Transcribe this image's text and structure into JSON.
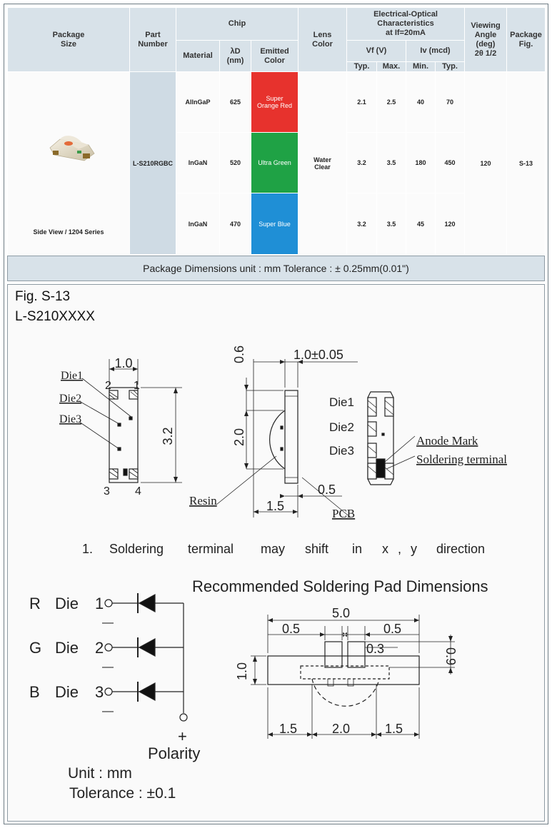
{
  "table": {
    "headers": {
      "package_size": [
        "Package",
        "Size"
      ],
      "part_number": [
        "Part",
        "Number"
      ],
      "chip": "Chip",
      "material": "Material",
      "wavelength": [
        "λD",
        "(nm)"
      ],
      "emitted_color": [
        "Emitted",
        "Color"
      ],
      "lens_color": [
        "Lens",
        "Color"
      ],
      "electrical_optical": [
        "Electrical-Optical",
        "Characteristics",
        "at If=20mA"
      ],
      "vf": "Vf (V)",
      "iv": "Iv (mcd)",
      "typ": "Typ.",
      "max": "Max.",
      "min": "Min.",
      "typ2": "Typ.",
      "viewing_angle": [
        "Viewing",
        "Angle",
        "(deg)",
        "2θ 1/2"
      ],
      "package_fig": [
        "Package",
        "Fig."
      ]
    },
    "package_caption": "Side View / 1204 Series",
    "part_number": "L-S210RGBC",
    "lens_color": [
      "Water",
      "Clear"
    ],
    "viewing_angle": "120",
    "package_fig": "S-13",
    "rows": [
      {
        "material": "AllnGaP",
        "wavelength": "625",
        "color": [
          "Super",
          "Orange Red"
        ],
        "vf_typ": "2.1",
        "vf_max": "2.5",
        "iv_min": "40",
        "iv_typ": "70",
        "swatch": "#e7322d"
      },
      {
        "material": "InGaN",
        "wavelength": "520",
        "color": [
          "Ultra Green"
        ],
        "vf_typ": "3.2",
        "vf_max": "3.5",
        "iv_min": "180",
        "iv_typ": "450",
        "swatch": "#1fa245"
      },
      {
        "material": "InGaN",
        "wavelength": "470",
        "color": [
          "Super Blue"
        ],
        "vf_typ": "3.2",
        "vf_max": "3.5",
        "iv_min": "45",
        "iv_typ": "120",
        "swatch": "#1f8fd6"
      }
    ]
  },
  "dimensions_band": "Package Dimensions   unit : mm  Tolerance : ± 0.25mm(0.01\")",
  "figure": {
    "fig_id": "Fig. S-13",
    "part_series": "L-S210XXXX",
    "front": {
      "width": "1.0",
      "height": "3.2",
      "pins": [
        "2",
        "1",
        "3",
        "4"
      ],
      "dies": [
        "Die1",
        "Die2",
        "Die3"
      ]
    },
    "side": {
      "top_dim": "1.0±0.05",
      "dim_06": "0.6",
      "dim_20": "2.0",
      "dim_15": "1.5",
      "dim_05": "0.5",
      "resin": "Resin",
      "pcb": "PCB"
    },
    "back": {
      "dies": [
        "Die1",
        "Die2",
        "Die3"
      ],
      "anode": "Anode Mark",
      "terminal": "Soldering terminal"
    },
    "note": [
      "1.",
      "Soldering",
      "terminal",
      "may",
      "shift",
      "in",
      "x",
      ",",
      "y",
      "direction"
    ],
    "pad_title": "Recommended Soldering Pad Dimensions",
    "circuit": {
      "rows": [
        {
          "label": [
            "R",
            "Die"
          ],
          "pin": "1"
        },
        {
          "label": [
            "G",
            "Die"
          ],
          "pin": "2"
        },
        {
          "label": [
            "B",
            "Die"
          ],
          "pin": "3"
        }
      ],
      "minus": "—",
      "plus": "+",
      "polarity": "Polarity"
    },
    "pad": {
      "total": "5.0",
      "left_gap": "0.5",
      "right_gap": "0.5",
      "inner": "0.3",
      "height": "0.9",
      "body": "1.0",
      "b1": "1.5",
      "b2": "2.0",
      "b3": "1.5"
    },
    "unit": "Unit : mm",
    "tolerance": "Tolerance : ±0.1"
  }
}
